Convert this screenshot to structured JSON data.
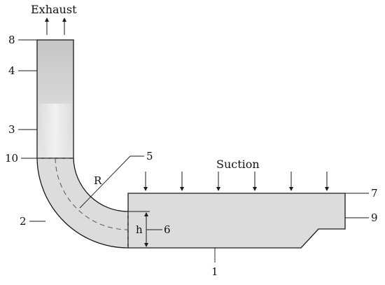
{
  "labels": {
    "exhaust": "Exhaust",
    "suction": "Suction",
    "radius": "R",
    "height": "h"
  },
  "callouts": [
    "1",
    "2",
    "3",
    "4",
    "5",
    "6",
    "7",
    "8",
    "9",
    "10"
  ],
  "colors": {
    "stroke": "#1a1a1a",
    "body_fill": "#dcdcdc",
    "pipe_light": "#f4f4f4",
    "pipe_dark": "#c4c4c4",
    "centerline": "#555555"
  }
}
